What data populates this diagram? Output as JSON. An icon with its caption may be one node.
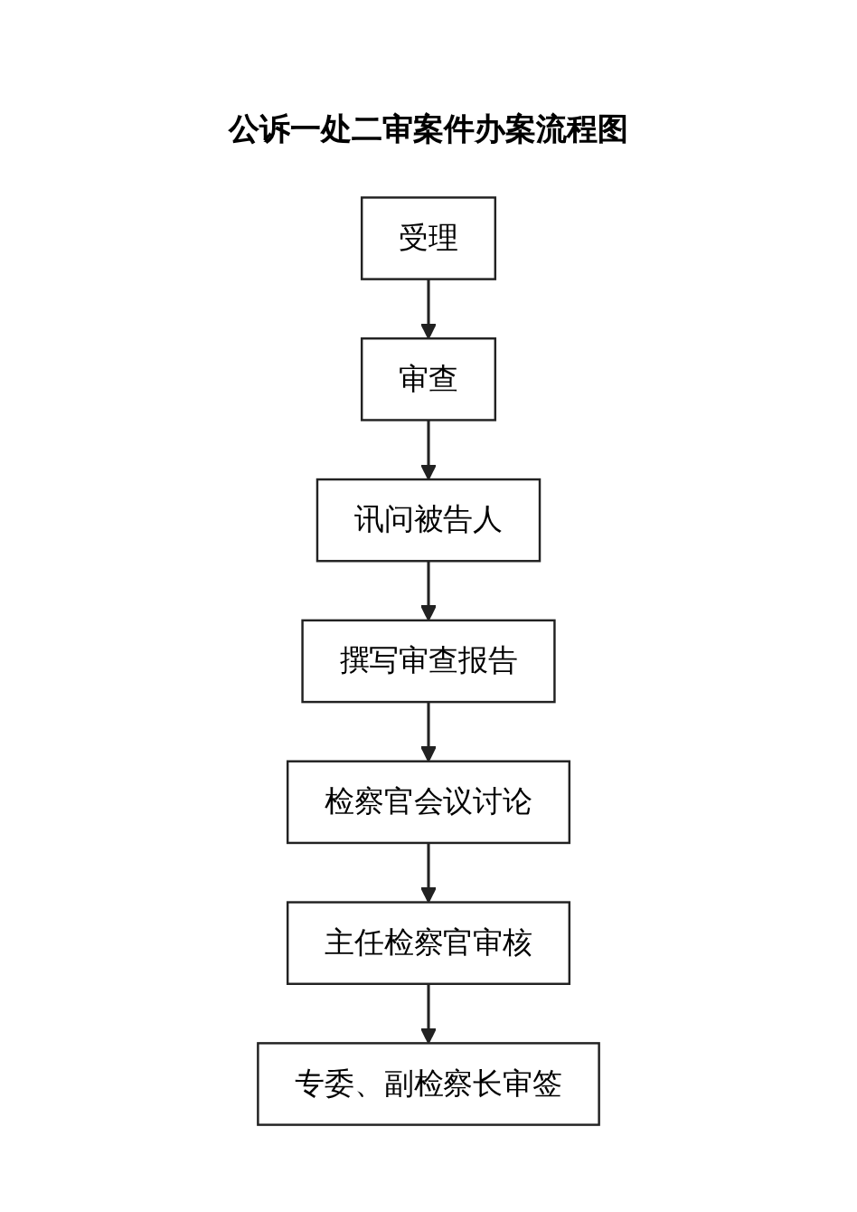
{
  "diagram": {
    "title": "公诉一处二审案件办案流程图",
    "nodes": [
      {
        "text": [
          "受理"
        ]
      },
      {
        "text": [
          "审查"
        ]
      },
      {
        "text": [
          "讯问被告人"
        ]
      },
      {
        "text": [
          "撰写审查报告"
        ]
      },
      {
        "text": [
          "检察官会议讨论"
        ]
      },
      {
        "text": [
          "主任检察官审核"
        ]
      },
      {
        "text": [
          "专委、副检察长审签"
        ]
      }
    ],
    "edges": [
      {
        "from": 0,
        "to": 1,
        "arrow": "to"
      },
      {
        "from": 1,
        "to": 2,
        "arrow": "to"
      },
      {
        "from": 2,
        "to": 3,
        "arrow": "to"
      },
      {
        "from": 3,
        "to": 4,
        "arrow": "to"
      },
      {
        "from": 4,
        "to": 5,
        "arrow": "to"
      },
      {
        "from": 5,
        "to": 6,
        "arrow": "to"
      }
    ]
  }
}
